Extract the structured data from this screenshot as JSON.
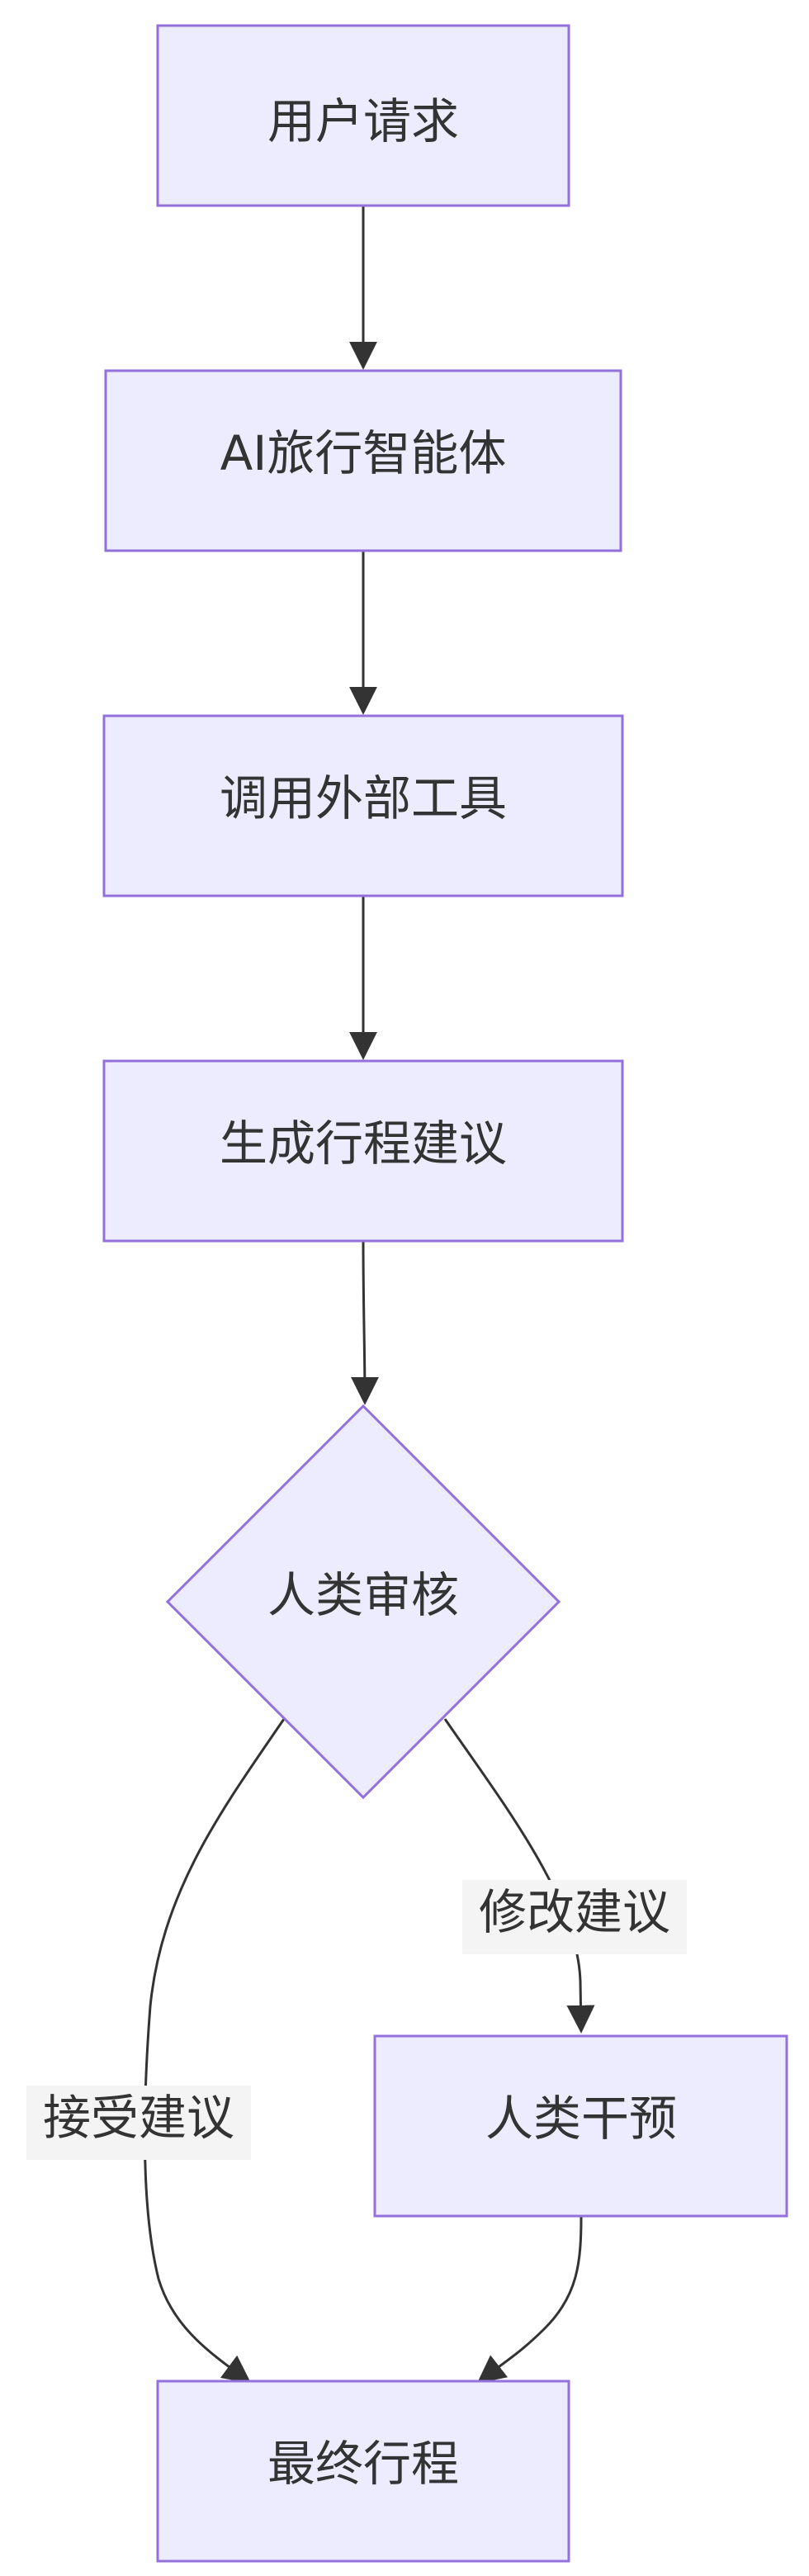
{
  "diagram": {
    "nodes": {
      "user_request": "用户请求",
      "ai_agent": "AI旅行智能体",
      "external_tools": "调用外部工具",
      "generate_itinerary": "生成行程建议",
      "human_review": "人类审核",
      "human_intervention": "人类干预",
      "final_itinerary": "最终行程"
    },
    "edge_labels": {
      "modify": "修改建议",
      "accept": "接受建议"
    },
    "colors": {
      "node_fill": "#ececfe",
      "node_stroke": "#9370db",
      "edge": "#333333",
      "label_bg": "#f4f4f4"
    }
  }
}
